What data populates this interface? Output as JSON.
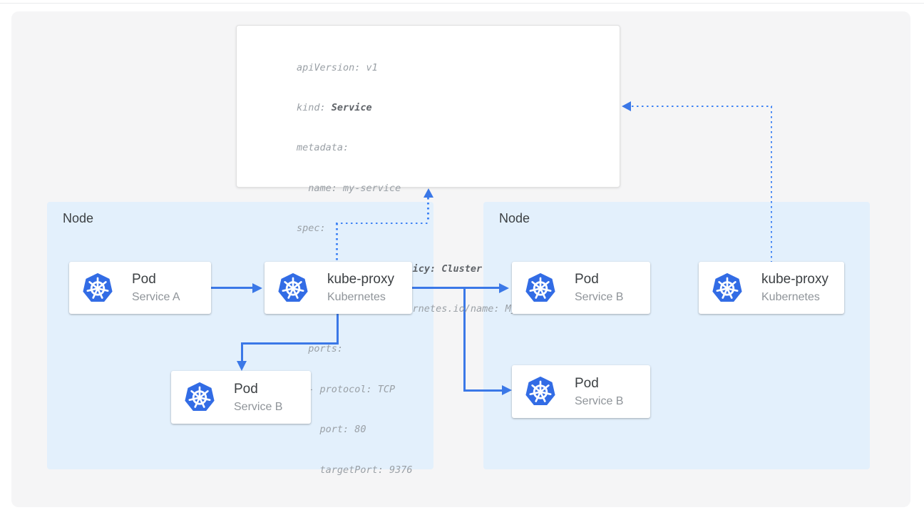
{
  "colors": {
    "page_bg": "#ffffff",
    "panel_bg": "#f5f5f6",
    "node_bg": "#e3f0fc",
    "solid_arrow_blue": "#3b78e7",
    "dotted_arrow_blue": "#4285f4",
    "kubernetes_icon_blue": "#326ce5",
    "card_title_text": "#3c4043",
    "card_subtitle_text": "#8f9499",
    "yaml_regular_text": "#9aa0a6",
    "yaml_bold_text": "#5f6368",
    "node_label_text": "#3c4043"
  },
  "icons": {
    "kubernetes": "kubernetes-heptagon-helm-wheel-icon"
  },
  "yaml_panel": {
    "lines": [
      {
        "pre": "apiVersion: v1"
      },
      {
        "pre": "kind: ",
        "bold": "Service"
      },
      {
        "pre": "metadata:"
      },
      {
        "pre": "  name: my-service"
      },
      {
        "pre": "spec:"
      },
      {
        "pre": "  ",
        "bold": "internalTrafficPolicy: Cluster"
      },
      {
        "pre": "  selector: app.kubernetes.io/name: MyApp"
      },
      {
        "pre": "  ports:"
      },
      {
        "pre": "  - protocol: TCP"
      },
      {
        "pre": "    port: 80"
      },
      {
        "pre": "    targetPort: 9376"
      }
    ]
  },
  "left_node": {
    "label": "Node",
    "cards": {
      "pod_a": {
        "title": "Pod",
        "subtitle": "Service A"
      },
      "kube_proxy": {
        "title": "kube-proxy",
        "subtitle": "Kubernetes"
      },
      "pod_b": {
        "title": "Pod",
        "subtitle": "Service B"
      }
    }
  },
  "right_node": {
    "label": "Node",
    "cards": {
      "pod_b_top": {
        "title": "Pod",
        "subtitle": "Service B"
      },
      "pod_b_bottom": {
        "title": "Pod",
        "subtitle": "Service B"
      },
      "kube_proxy": {
        "title": "kube-proxy",
        "subtitle": "Kubernetes"
      }
    }
  },
  "connections": [
    {
      "from": "pod-service-a",
      "to": "kube-proxy-left",
      "style": "solid-arrow"
    },
    {
      "from": "kube-proxy-left",
      "to": "pod-service-b-left",
      "style": "solid-arrow"
    },
    {
      "from": "kube-proxy-left",
      "to": "pod-service-b-right-top",
      "style": "solid-arrow"
    },
    {
      "from": "kube-proxy-left",
      "to": "pod-service-b-right-bottom",
      "style": "solid-arrow"
    },
    {
      "from": "kube-proxy-left",
      "to": "service-yaml-spec",
      "style": "dotted-arrow"
    },
    {
      "from": "kube-proxy-right",
      "to": "service-yaml-spec",
      "style": "dotted-arrow"
    }
  ]
}
